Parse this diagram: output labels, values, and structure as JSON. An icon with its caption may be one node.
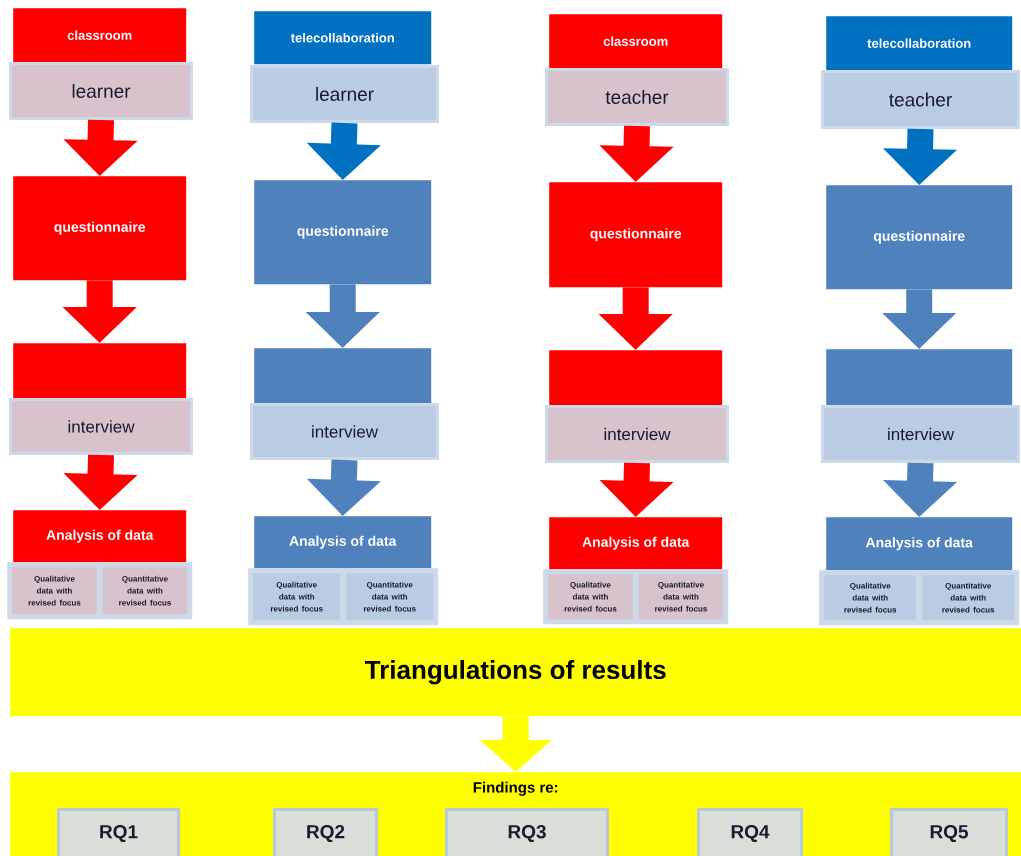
{
  "diagram": {
    "nodes": [
      {
        "text": [
          "classroom"
        ]
      },
      {
        "text": [
          "learner"
        ]
      },
      {
        "text": [
          "questionnaire"
        ]
      },
      {
        "text": [],
        "shape": "box"
      },
      {
        "text": [
          "interview"
        ]
      },
      {
        "text": [
          "Analysis of data"
        ]
      },
      {
        "text": [],
        "shape": "box"
      },
      {
        "text": [
          "Qualitative data with revised focus"
        ],
        "in": 6
      },
      {
        "text": [
          "Quantitative data with revised focus"
        ],
        "in": 6
      },
      {
        "text": [
          "telecollaboration"
        ]
      },
      {
        "text": [
          "learner"
        ]
      },
      {
        "text": [
          "questionnaire"
        ]
      },
      {
        "text": [],
        "shape": "box"
      },
      {
        "text": [
          "interview"
        ]
      },
      {
        "text": [
          "Analysis of data"
        ]
      },
      {
        "text": [],
        "shape": "box"
      },
      {
        "text": [
          "Qualitative data with revised focus"
        ],
        "in": 15
      },
      {
        "text": [
          "Quantitative data with revised focus"
        ],
        "in": 15
      },
      {
        "text": [
          "classroom"
        ]
      },
      {
        "text": [
          "teacher"
        ]
      },
      {
        "text": [
          "questionnaire"
        ]
      },
      {
        "text": [],
        "shape": "box"
      },
      {
        "text": [
          "interview"
        ]
      },
      {
        "text": [
          "Analysis of data"
        ]
      },
      {
        "text": [],
        "shape": "box"
      },
      {
        "text": [
          "Qualitative data with revised focus"
        ],
        "in": 24
      },
      {
        "text": [
          "Quantitative data with revised focus"
        ],
        "in": 24
      },
      {
        "text": [
          "telecollaboration"
        ]
      },
      {
        "text": [
          "teacher"
        ]
      },
      {
        "text": [
          "questionnaire"
        ]
      },
      {
        "text": [],
        "shape": "box"
      },
      {
        "text": [
          "interview"
        ]
      },
      {
        "text": [
          "Analysis of data"
        ]
      },
      {
        "text": [],
        "shape": "box"
      },
      {
        "text": [
          "Qualitative data with revised focus"
        ],
        "in": 33
      },
      {
        "text": [
          "Quantitative data with revised focus"
        ],
        "in": 33
      },
      {
        "text": [
          "Triangulations of results"
        ]
      },
      {
        "text": [
          "Findings re:"
        ]
      },
      {
        "text": [
          "RQ1"
        ],
        "in": 37
      },
      {
        "text": [
          "RQ2"
        ],
        "in": 37
      },
      {
        "text": [
          "RQ3"
        ],
        "in": 37
      },
      {
        "text": [
          "RQ4"
        ],
        "in": 37
      },
      {
        "text": [
          "RQ5"
        ],
        "in": 37
      }
    ],
    "edges": [
      {
        "from": 1,
        "to": 2,
        "arrow": "to",
        "color": "#ff0000"
      },
      {
        "from": 2,
        "to": 3,
        "arrow": "to",
        "color": "#ff0000"
      },
      {
        "from": 4,
        "to": 5,
        "arrow": "to",
        "color": "#ff0000"
      },
      {
        "from": 10,
        "to": 11,
        "arrow": "to",
        "color": "#0070c0"
      },
      {
        "from": 11,
        "to": 12,
        "arrow": "to",
        "color": "#4f81bd"
      },
      {
        "from": 13,
        "to": 14,
        "arrow": "to",
        "color": "#4f81bd"
      },
      {
        "from": 19,
        "to": 20,
        "arrow": "to",
        "color": "#ff0000"
      },
      {
        "from": 20,
        "to": 21,
        "arrow": "to",
        "color": "#ff0000"
      },
      {
        "from": 22,
        "to": 23,
        "arrow": "to",
        "color": "#ff0000"
      },
      {
        "from": 28,
        "to": 29,
        "arrow": "to",
        "color": "#0070c0"
      },
      {
        "from": 29,
        "to": 30,
        "arrow": "to",
        "color": "#4f81bd"
      },
      {
        "from": 31,
        "to": 32,
        "arrow": "to",
        "color": "#4f81bd"
      },
      {
        "from": 36,
        "to": 37,
        "arrow": "to",
        "color": "#ffff00"
      }
    ]
  }
}
